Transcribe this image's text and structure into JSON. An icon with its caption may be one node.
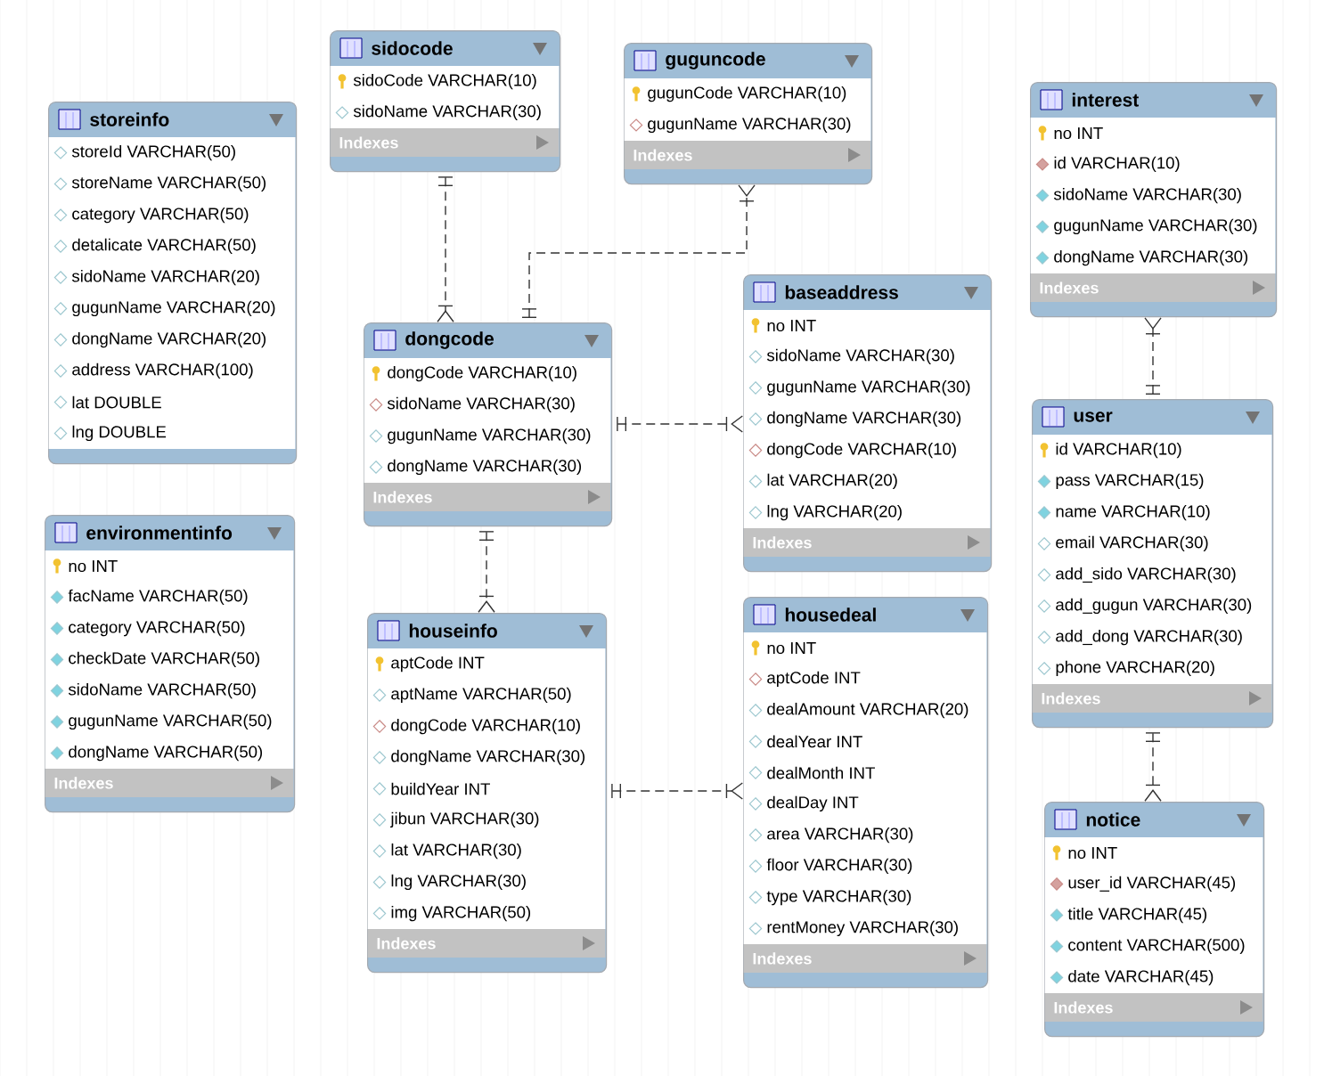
{
  "diagram": {
    "nodes": [
      {
        "text": [
          "sidocode",
          "sidoCode VARCHAR(10)",
          "sidoName VARCHAR(30)",
          "Indexes"
        ]
      },
      {
        "text": [
          "guguncode",
          "gugunCode VARCHAR(10)",
          "gugunName VARCHAR(30)",
          "Indexes"
        ]
      },
      {
        "text": [
          "storeinfo",
          "storeId VARCHAR(50)",
          "storeName VARCHAR(50)",
          "category VARCHAR(50)",
          "detalicate VARCHAR(50)",
          "sidoName VARCHAR(20)",
          "gugunName VARCHAR(20)",
          "dongName VARCHAR(20)",
          "address VARCHAR(100)",
          "lat DOUBLE",
          "lng DOUBLE"
        ]
      },
      {
        "text": [
          "interest",
          "no INT",
          "id VARCHAR(10)",
          "sidoName VARCHAR(30)",
          "gugunName VARCHAR(30)",
          "dongName VARCHAR(30)",
          "Indexes"
        ]
      },
      {
        "text": [
          "dongcode",
          "dongCode VARCHAR(10)",
          "sidoName VARCHAR(30)",
          "gugunName VARCHAR(30)",
          "dongName VARCHAR(30)",
          "Indexes"
        ]
      },
      {
        "text": [
          "baseaddress",
          "no INT",
          "sidoName VARCHAR(30)",
          "gugunName VARCHAR(30)",
          "dongName VARCHAR(30)",
          "dongCode VARCHAR(10)",
          "lat VARCHAR(20)",
          "lng VARCHAR(20)",
          "Indexes"
        ]
      },
      {
        "text": [
          "user",
          "id VARCHAR(10)",
          "pass VARCHAR(15)",
          "name VARCHAR(10)",
          "email VARCHAR(30)",
          "add_sido VARCHAR(30)",
          "add_gugun VARCHAR(30)",
          "add_dong VARCHAR(30)",
          "phone VARCHAR(20)",
          "Indexes"
        ]
      },
      {
        "text": [
          "environmentinfo",
          "no INT",
          "facName VARCHAR(50)",
          "category VARCHAR(50)",
          "checkDate VARCHAR(50)",
          "sidoName VARCHAR(50)",
          "gugunName VARCHAR(50)",
          "dongName VARCHAR(50)",
          "Indexes"
        ]
      },
      {
        "text": [
          "houseinfo",
          "aptCode INT",
          "aptName VARCHAR(50)",
          "dongCode VARCHAR(10)",
          "dongName VARCHAR(30)",
          "buildYear INT",
          "jibun VARCHAR(30)",
          "lat VARCHAR(30)",
          "lng VARCHAR(30)",
          "img VARCHAR(50)",
          "Indexes"
        ]
      },
      {
        "text": [
          "housedeal",
          "no INT",
          "aptCode INT",
          "dealAmount VARCHAR(20)",
          "dealYear INT",
          "dealMonth INT",
          "dealDay INT",
          "area VARCHAR(30)",
          "floor VARCHAR(30)",
          "type VARCHAR(30)",
          "rentMoney VARCHAR(30)",
          "Indexes"
        ]
      },
      {
        "text": [
          "notice",
          "no INT",
          "user_id VARCHAR(45)",
          "title VARCHAR(45)",
          "content VARCHAR(500)",
          "date VARCHAR(45)",
          "Indexes"
        ]
      }
    ],
    "edges": [
      {
        "from": 0,
        "to": 4,
        "arrow": "other"
      },
      {
        "from": 4,
        "to": 1,
        "arrow": "other"
      },
      {
        "from": 4,
        "to": 5,
        "arrow": "other"
      },
      {
        "from": 4,
        "to": 8,
        "arrow": "other"
      },
      {
        "from": 8,
        "to": 9,
        "arrow": "other"
      },
      {
        "from": 6,
        "to": 3,
        "arrow": "other"
      },
      {
        "from": 6,
        "to": 10,
        "arrow": "other"
      }
    ]
  }
}
